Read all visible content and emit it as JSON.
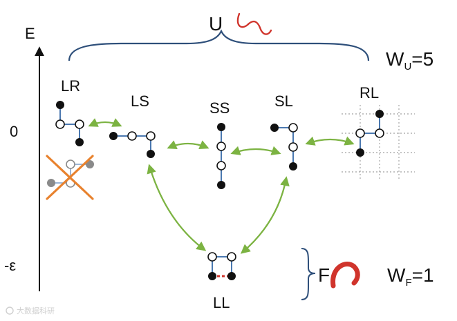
{
  "axis": {
    "label": "E",
    "tick_zero": "0",
    "tick_eps": "-ε"
  },
  "unfolded": {
    "label": "U",
    "w_prefix": "W",
    "w_sub": "U",
    "w_value": "=5"
  },
  "folded": {
    "label": "F",
    "w_prefix": "W",
    "w_sub": "F",
    "w_value": "=1"
  },
  "states": [
    {
      "id": "LR",
      "label": "LR"
    },
    {
      "id": "LS",
      "label": "LS"
    },
    {
      "id": "SS",
      "label": "SS"
    },
    {
      "id": "SL",
      "label": "SL"
    },
    {
      "id": "RL",
      "label": "RL"
    },
    {
      "id": "LL",
      "label": "LL"
    }
  ],
  "watermark": "大数据科研",
  "colors": {
    "bond": "#4a78b0",
    "arrow": "#7cb342",
    "brace": "#2e4f7a",
    "cross": "#e8822e",
    "hbond": "#d0342c",
    "ribbon": "#d0342c",
    "grid": "#888888"
  }
}
